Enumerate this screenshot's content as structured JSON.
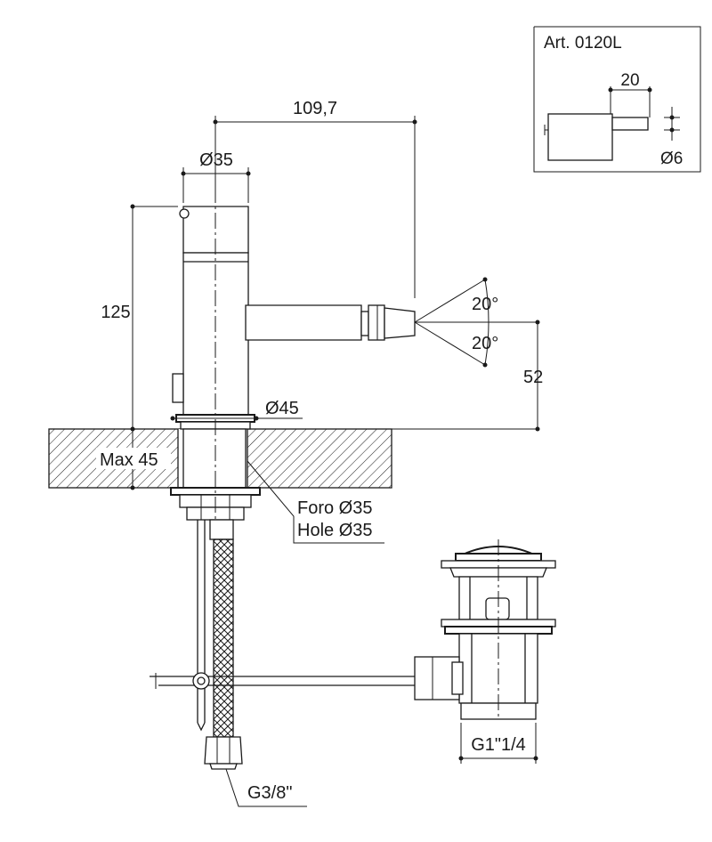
{
  "inset": {
    "title": "Art. 0120L",
    "dim_length": "20",
    "dim_diameter": "Ø6"
  },
  "dimensions": {
    "spout_reach": "109,7",
    "body_diameter": "Ø35",
    "height": "125",
    "angle_up": "20°",
    "angle_down": "20°",
    "spout_height": "52",
    "flange_diameter": "Ø45",
    "max_thickness": "Max 45",
    "hole_it": "Foro Ø35",
    "hole_en": "Hole Ø35",
    "waste_thread": "G1\"1/4",
    "supply_thread": "G3/8\""
  }
}
